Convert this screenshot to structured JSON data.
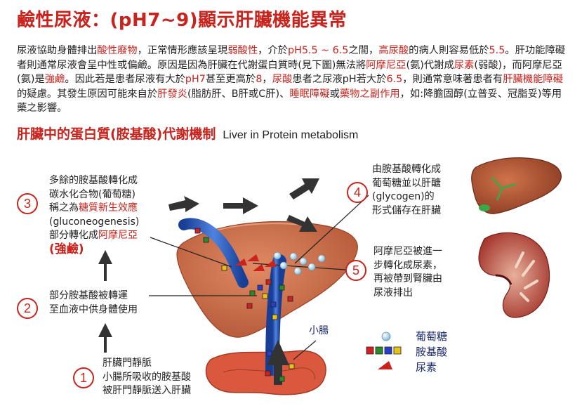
{
  "title": "鹼性尿液：(pH7~9)顯示肝臟機能異常",
  "paragraph": [
    {
      "t": "尿液協助身體排出",
      "h": false
    },
    {
      "t": "酸性廢物",
      "h": true
    },
    {
      "t": "，正常情形應該呈現",
      "h": false
    },
    {
      "t": "弱酸性",
      "h": true
    },
    {
      "t": "，介於",
      "h": false
    },
    {
      "t": "pH5.5 ~ 6.5",
      "h": true
    },
    {
      "t": "之間，",
      "h": false
    },
    {
      "t": "高尿酸",
      "h": true
    },
    {
      "t": "的病人則容易低於",
      "h": false
    },
    {
      "t": "5.5",
      "h": true
    },
    {
      "t": "。肝功能障礙者則通常尿液會呈中性或偏鹼。原因是因為肝臟在代謝蛋白質時(見下圖)無法將",
      "h": false
    },
    {
      "t": "阿摩尼亞",
      "h": true
    },
    {
      "t": "(氨)代謝成",
      "h": false
    },
    {
      "t": "尿素",
      "h": true
    },
    {
      "t": "(弱酸)，而阿摩尼亞(氨)是",
      "h": false
    },
    {
      "t": "強鹼",
      "h": true
    },
    {
      "t": "。因此若是患者尿液有大於",
      "h": false
    },
    {
      "t": "pH7",
      "h": true
    },
    {
      "t": "甚至更高於",
      "h": false
    },
    {
      "t": "8",
      "h": true
    },
    {
      "t": "，",
      "h": false
    },
    {
      "t": "尿酸",
      "h": true
    },
    {
      "t": "患者之尿液pH若大於",
      "h": false
    },
    {
      "t": "6.5",
      "h": true
    },
    {
      "t": "，則通常意味著患者有",
      "h": false
    },
    {
      "t": "肝臟機能障礙",
      "h": true
    },
    {
      "t": "的疑慮。其發生原因可能來自於",
      "h": false
    },
    {
      "t": "肝發炎",
      "h": true
    },
    {
      "t": "(脂肪肝、B肝或C肝)、",
      "h": false
    },
    {
      "t": "睡眠障礙",
      "h": true
    },
    {
      "t": "或",
      "h": false
    },
    {
      "t": "藥物之副作用",
      "h": true
    },
    {
      "t": "，如:降膽固醇(立普妥、冠脂妥)等用藥之影響。",
      "h": false
    }
  ],
  "subtitle": "肝臟中的蛋白質(胺基酸)代謝機制",
  "subtitle_en": "Liver in Protein metabolism",
  "steps": {
    "n1": "1",
    "n2": "2",
    "n3": "3",
    "n4": "4",
    "n5": "5",
    "s1": [
      "肝臟門靜脈",
      "小腸所吸收的胺基酸",
      "被肝門靜脈送入肝臟"
    ],
    "s2": [
      "部分胺基酸被轉運",
      "至血液中供身體使用"
    ],
    "s3_l1": "多餘的胺基酸轉化成",
    "s3_l2": "碳水化合物(葡萄糖)",
    "s3_l3a": "稱之為",
    "s3_l3b": "糖質新生效應",
    "s3_l4": "(gluconeogenesis)",
    "s3_l5a": "部分轉化成",
    "s3_l5b": "阿摩尼亞",
    "s3_l6": "(強鹼)",
    "s4": [
      "由胺基酸轉化成",
      "葡萄糖並以肝醣",
      "(glycogen)的",
      "形式儲存在肝臟"
    ],
    "s5": [
      "阿摩尼亞被進一",
      "步轉化成尿素，",
      "再被帶到腎臟由",
      "尿液排出"
    ]
  },
  "intestine_label": "小腸",
  "legend": {
    "glucose": "葡萄糖",
    "amino": "胺基酸",
    "urea": "尿素"
  },
  "colors": {
    "accent": "#c8231d",
    "legend_text": "#1b2a6b",
    "liver": "#c76a4a",
    "vein": "#2a59b8",
    "intestine": "#d9583e",
    "arrow": "#333333"
  },
  "amino_colors": [
    "#d12020",
    "#2a8a2a",
    "#2a3fc8",
    "#e8c219"
  ]
}
